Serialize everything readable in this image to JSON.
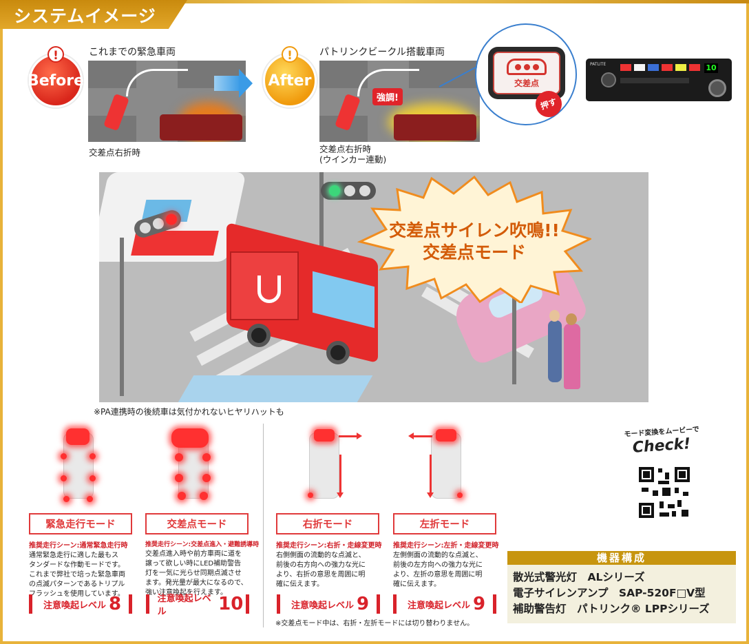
{
  "header": {
    "title": "システムイメージ"
  },
  "before": {
    "badge": "Before",
    "title": "これまでの緊急車両",
    "caption": "交差点右折時"
  },
  "after": {
    "badge": "After",
    "title": "パトリンクビークル搭載車両",
    "caption_1": "交差点右折時",
    "caption_2": "(ウインカー連動)",
    "emphasis": "強調!"
  },
  "callout": {
    "button_label": "交差点",
    "press_label": "押す"
  },
  "panel": {
    "brand": "PATLITE",
    "counter": "10"
  },
  "main_scene": {
    "burst_line1": "交差点サイレン吹鳴!!",
    "burst_line2": "交差点モード",
    "footnote": "※PA連携時の後続車は気付かれないヒヤリハットも"
  },
  "modes": [
    {
      "title": "緊急走行モード",
      "scene": "推奨走行シーン:通常緊急走行時",
      "desc": [
        "通常緊急走行に適した最もス",
        "タンダードな作動モードです。",
        "これまで弊社で培った緊急車両",
        "の点滅パターンであるトリプル",
        "フラッシュを使用しています。"
      ],
      "level_label": "注意喚起レベル",
      "level": "8"
    },
    {
      "title": "交差点モード",
      "scene": "推奨走行シーン:交差点進入・避難誘導時",
      "desc": [
        "交差点進入時や前方車両に道を",
        "譲って欲しい時にLED補助警告",
        "灯を一気に光らせ同期点滅させ",
        "ます。発光量が最大になるので、",
        "強い注意喚起を行えます。"
      ],
      "level_label": "注意喚起レベル",
      "level": "10"
    },
    {
      "title": "右折モード",
      "scene": "推奨走行シーン:右折・走線変更時",
      "desc": [
        "右側側面の流動的な点滅と、",
        "前後の右方向への強力な光に",
        "より、右折の意思を周囲に明",
        "確に伝えます。"
      ],
      "level_label": "注意喚起レベル",
      "level": "9"
    },
    {
      "title": "左折モード",
      "scene": "推奨走行シーン:左折・走線変更時",
      "desc": [
        "左側側面の流動的な点滅と、",
        "前後の左方向への強力な光に",
        "より、左折の意思を周囲に明",
        "確に伝えます。"
      ],
      "level_label": "注意喚起レベル",
      "level": "9"
    }
  ],
  "mode_note": "※交差点モード中は、右折・左折モードには切り替わりません。",
  "movie": {
    "arc_text": "モード変換をムービーで",
    "check": "Check!"
  },
  "equipment": {
    "title": "機器構成",
    "items": [
      "散光式警光灯　ALシリーズ",
      "電子サイレンアンプ　SAP-520F□V型",
      "補助警告灯　パトリンク® LPPシリーズ"
    ]
  }
}
